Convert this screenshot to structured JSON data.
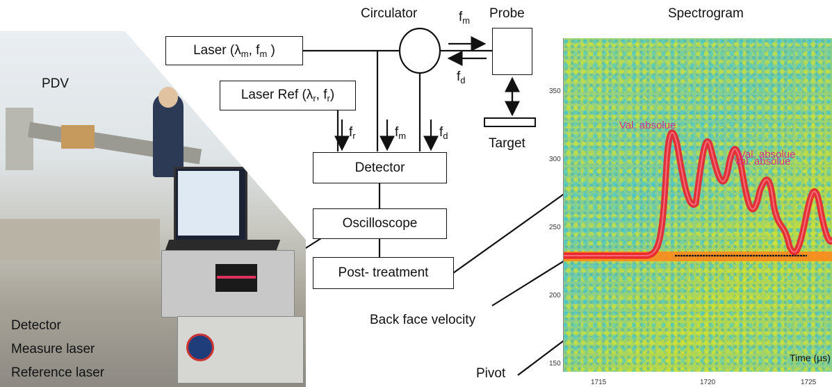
{
  "diagram": {
    "circulator": "Circulator",
    "probe": "Probe",
    "spectrogram_title": "Spectrogram",
    "laser_box": "Laser (λm, fm )",
    "laser_ref_box": "Laser Ref (λr, fr)",
    "detector_box": "Detector",
    "oscilloscope_box": "Oscilloscope",
    "post_treatment_box": "Post- treatment",
    "target": "Target",
    "pdv": "PDV",
    "fm_top": "fm",
    "fd_top": "fd",
    "fr_arrow": "fr",
    "fm_arrow": "fm",
    "fd_arrow": "fd",
    "back_face_velocity": "Back face velocity",
    "pivot": "Pivot",
    "bracket_labels": [
      "Detector",
      "Measure laser",
      "Reference laser"
    ]
  },
  "spectrogram": {
    "y_ticks": [
      "350",
      "300",
      "250",
      "200",
      "150"
    ],
    "x_ticks": [
      "1715",
      "1720",
      "1725"
    ],
    "x_label": "Time (µs)",
    "annotations": [
      "Val. absolue",
      "Val. absolue",
      "Val. absolue"
    ],
    "colors": {
      "background": "#9fd46f",
      "curve": "#e8202f",
      "baseline": "#ff8a1a",
      "annotation": "#d0308a"
    }
  }
}
